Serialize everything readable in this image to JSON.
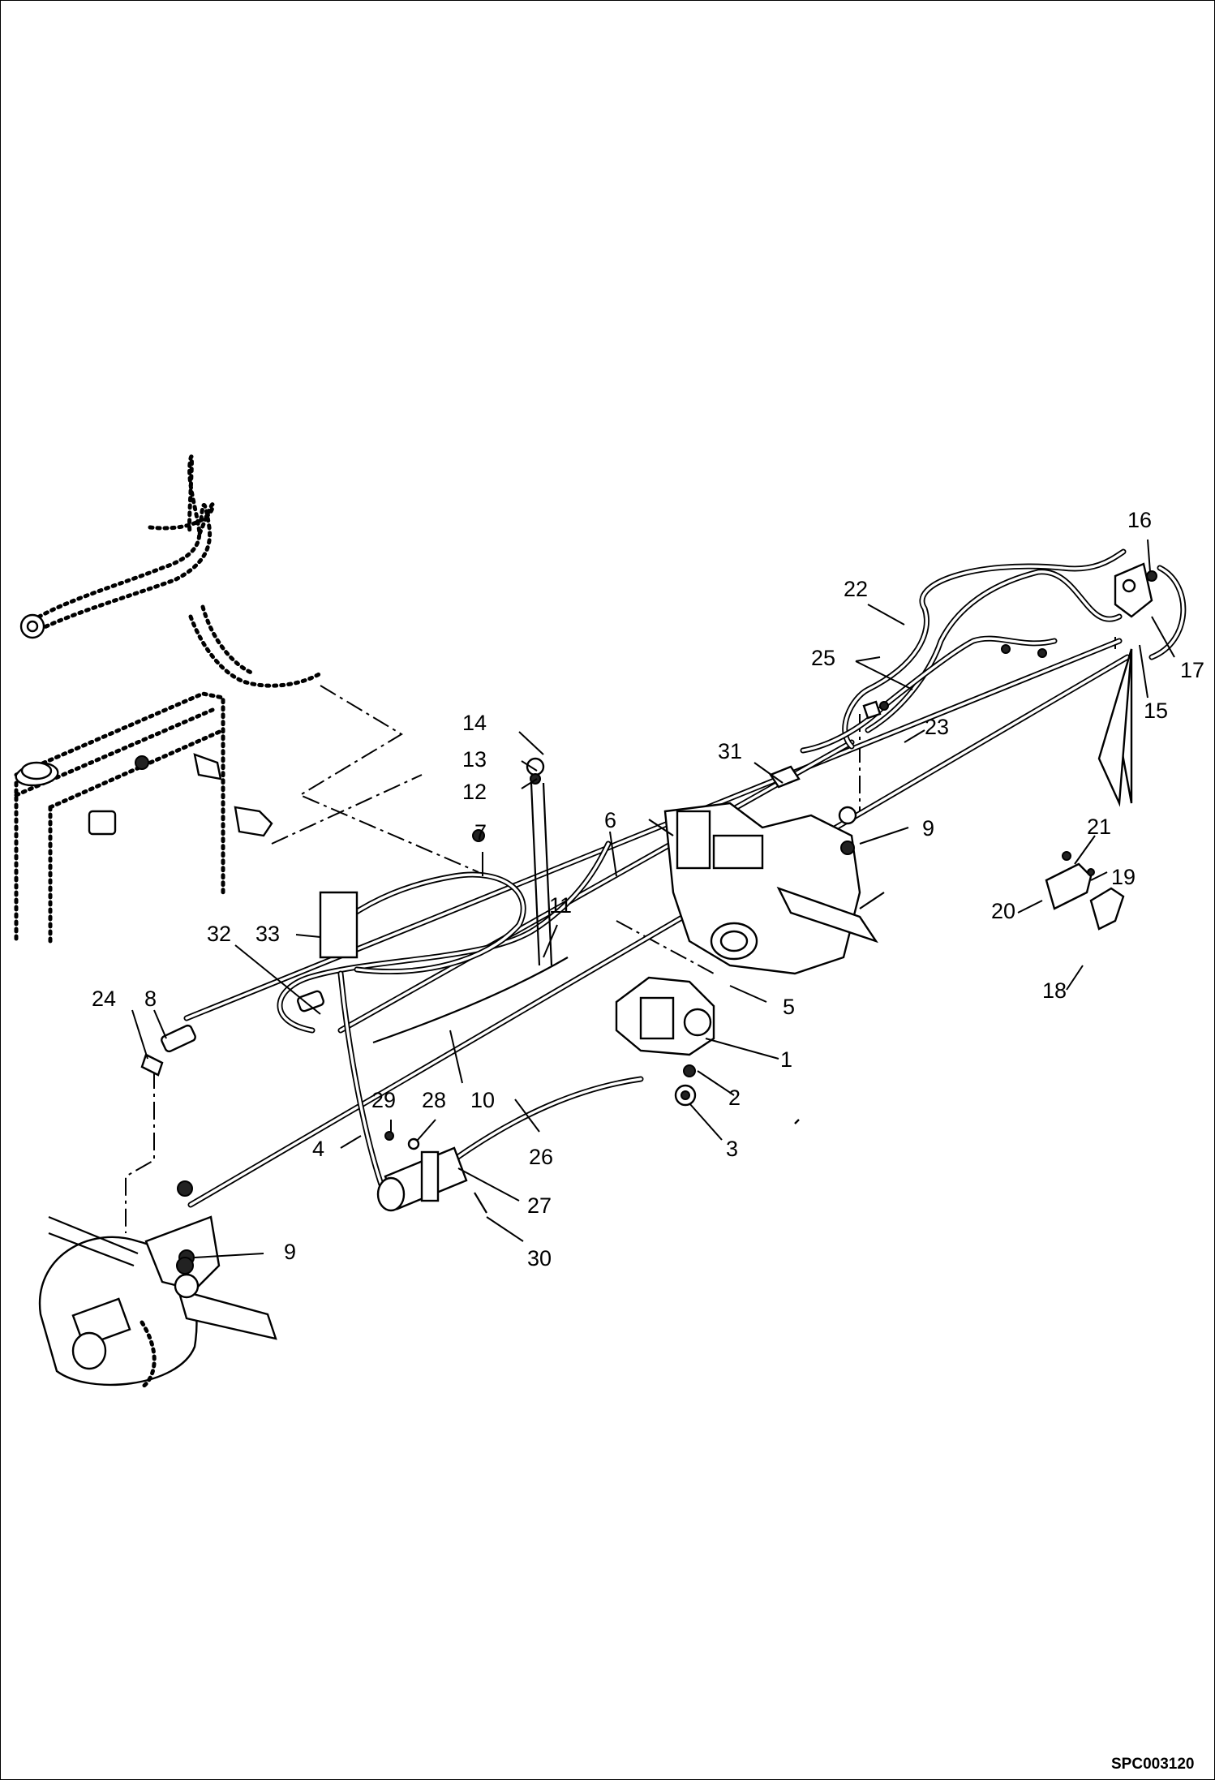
{
  "drawing_code": "SPC003120",
  "callouts": [
    "1",
    "2",
    "3",
    "4",
    "5",
    "6",
    "7",
    "8",
    "9",
    "9",
    "10",
    "11",
    "12",
    "13",
    "14",
    "15",
    "16",
    "17",
    "18",
    "19",
    "20",
    "21",
    "22",
    "23",
    "24",
    "25",
    "26",
    "27",
    "28",
    "29",
    "30",
    "31",
    "32",
    "33"
  ]
}
